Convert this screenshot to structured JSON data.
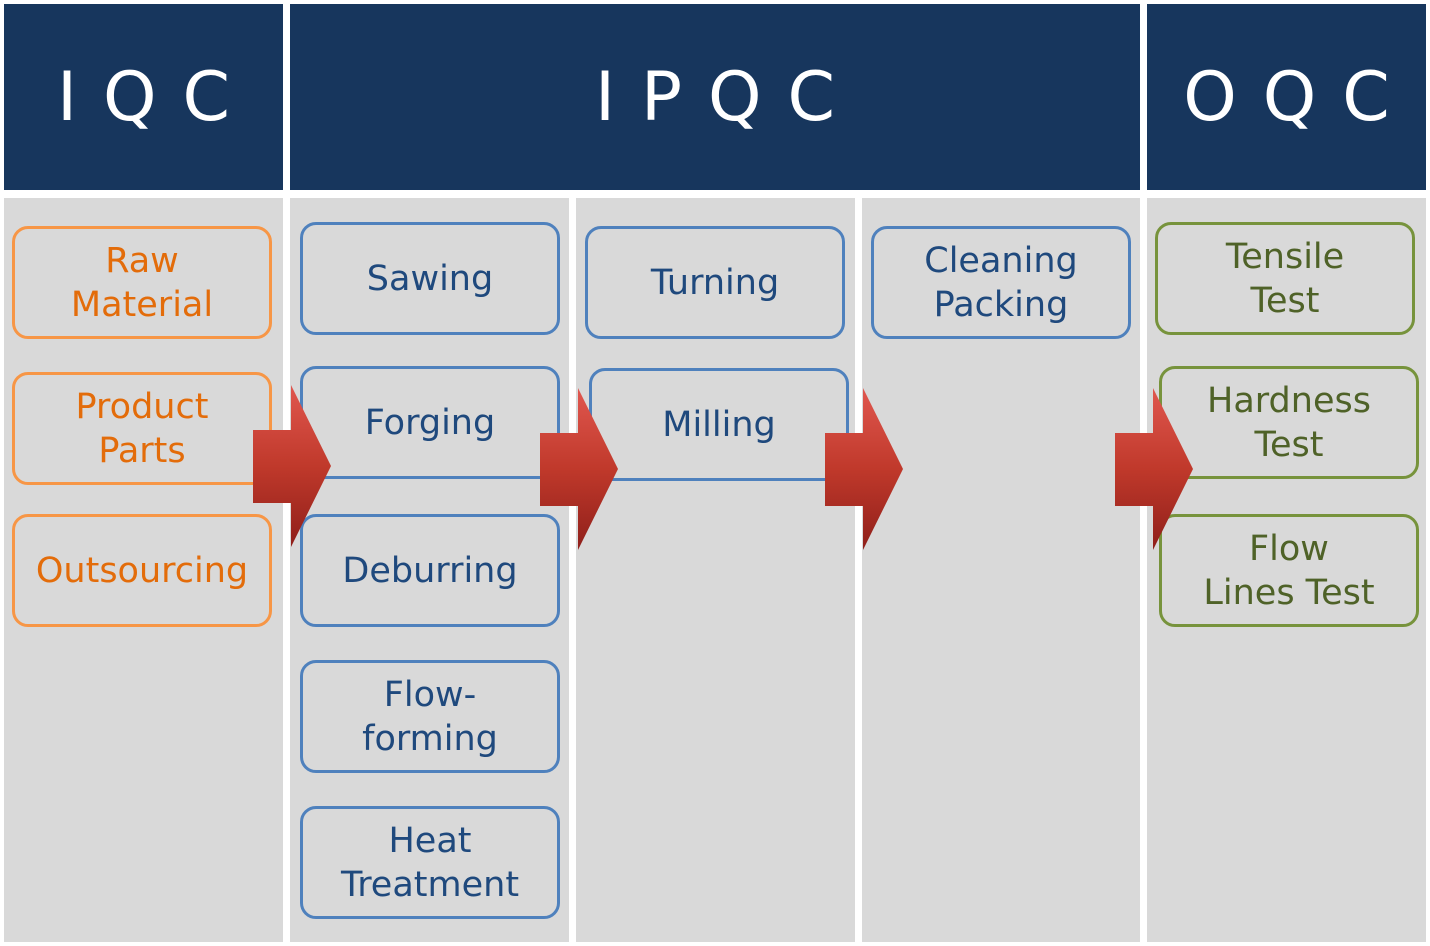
{
  "headers": {
    "iqc": "IQC",
    "ipqc": "IPQC",
    "oqc": "OQC"
  },
  "iqc_items": [
    "Raw\nMaterial",
    "Product\nParts",
    "Outsourcing"
  ],
  "ipqc_col1_items": [
    "Sawing",
    "Forging",
    "Deburring",
    "Flow-\nforming",
    "Heat\nTreatment"
  ],
  "ipqc_col2_items": [
    "Turning",
    "Milling"
  ],
  "ipqc_col3_items": [
    "Cleaning\nPacking"
  ],
  "oqc_items": [
    "Tensile\nTest",
    "Hardness\nTest",
    "Flow\nLines Test"
  ],
  "colors": {
    "header_bg": "#17365d",
    "column_bg": "#d9d9d9",
    "iqc_accent": "#f79646",
    "ipqc_accent": "#4f81bd",
    "oqc_accent": "#77933c",
    "arrow": "#c0392b"
  },
  "icons": [
    "right-arrow-icon"
  ]
}
